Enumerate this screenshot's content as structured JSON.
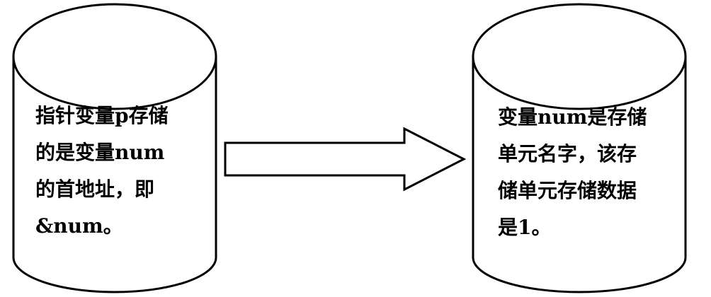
{
  "diagram": {
    "left_cylinder": {
      "lines": [
        "指针变量p存储",
        "的是变量num",
        "的首地址，即",
        "&num。"
      ]
    },
    "right_cylinder": {
      "lines": [
        "变量num是存储",
        "单元名字，该存",
        "储单元存储数据",
        "是1。"
      ]
    },
    "colors": {
      "stroke": "#000000",
      "fill": "#ffffff"
    }
  }
}
